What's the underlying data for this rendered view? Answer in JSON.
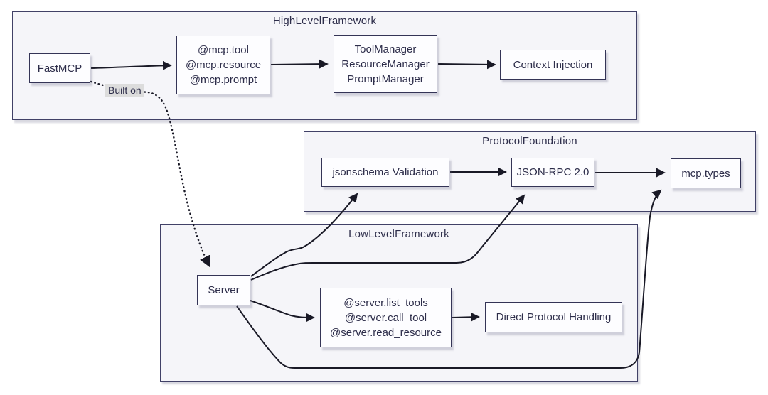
{
  "diagram": {
    "clusters": [
      {
        "id": "high-level-framework",
        "label": "HighLevelFramework"
      },
      {
        "id": "protocol-foundation",
        "label": "ProtocolFoundation"
      },
      {
        "id": "low-level-framework",
        "label": "LowLevelFramework"
      }
    ],
    "nodes": [
      {
        "id": "fastmcp",
        "lines": [
          "FastMCP"
        ]
      },
      {
        "id": "mcp-decorators",
        "lines": [
          "@mcp.tool",
          "@mcp.resource",
          "@mcp.prompt"
        ]
      },
      {
        "id": "managers",
        "lines": [
          "ToolManager",
          "ResourceManager",
          "PromptManager"
        ]
      },
      {
        "id": "context-injection",
        "lines": [
          "Context Injection"
        ]
      },
      {
        "id": "jsonschema-validation",
        "lines": [
          "jsonschema Validation"
        ]
      },
      {
        "id": "json-rpc",
        "lines": [
          "JSON-RPC 2.0"
        ]
      },
      {
        "id": "mcp-types",
        "lines": [
          "mcp.types"
        ]
      },
      {
        "id": "server",
        "lines": [
          "Server"
        ]
      },
      {
        "id": "server-decorators",
        "lines": [
          "@server.list_tools",
          "@server.call_tool",
          "@server.read_resource"
        ]
      },
      {
        "id": "direct-protocol-handling",
        "lines": [
          "Direct Protocol Handling"
        ]
      }
    ],
    "edge_label": "Built on",
    "colors": {
      "cluster_fill": "#f5f5f9",
      "cluster_border": "#414167",
      "node_fill": "#fdfdff",
      "node_border": "#343456",
      "text": "#2d2d4a",
      "edge": "#191926",
      "edge_label_bg": "#dcdcdc"
    }
  }
}
